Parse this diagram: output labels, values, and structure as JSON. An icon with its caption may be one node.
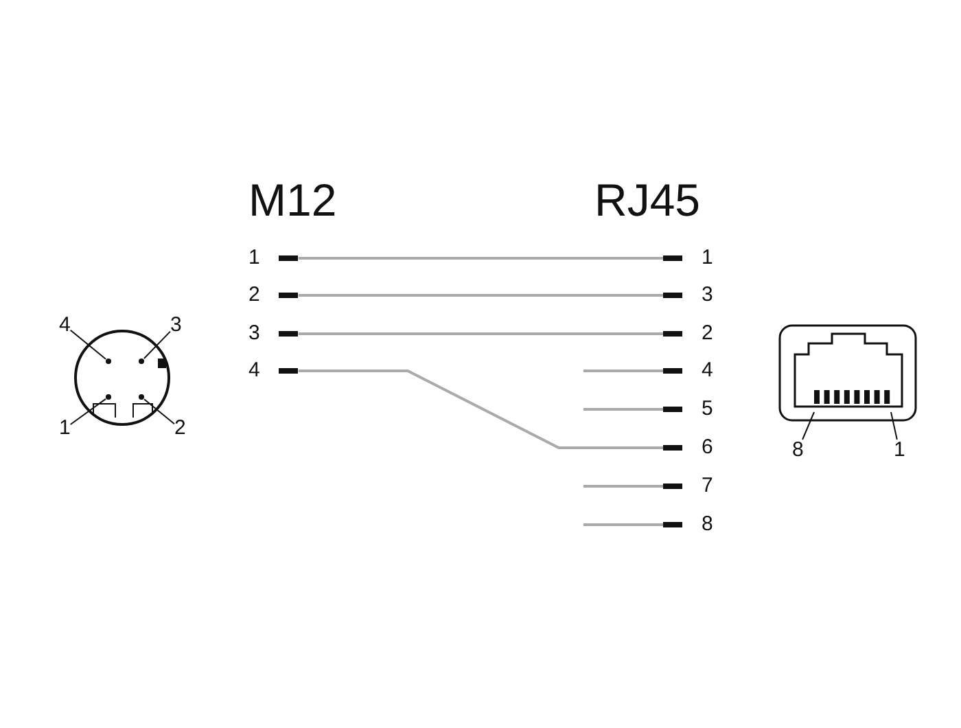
{
  "diagram": {
    "nodes": [
      {
        "text": [
          "1"
        ]
      },
      {
        "text": [
          "2"
        ]
      },
      {
        "text": [
          "3"
        ]
      },
      {
        "text": [
          "4"
        ]
      },
      {
        "text": [
          "1"
        ]
      },
      {
        "text": [
          "3"
        ]
      },
      {
        "text": [
          "2"
        ]
      },
      {
        "text": [
          "4"
        ]
      },
      {
        "text": [
          "5"
        ]
      },
      {
        "text": [
          "6"
        ]
      },
      {
        "text": [
          "7"
        ]
      },
      {
        "text": [
          "8"
        ]
      },
      {
        "text": [
          "4"
        ]
      },
      {
        "text": [
          "3"
        ]
      },
      {
        "text": [
          "1"
        ]
      },
      {
        "text": [
          "2"
        ]
      },
      {
        "text": [],
        "shape": "circle"
      },
      {
        "text": [],
        "shape": "circle"
      },
      {
        "text": [],
        "shape": "circle"
      },
      {
        "text": [],
        "shape": "circle"
      },
      {
        "text": [
          "8"
        ]
      },
      {
        "text": [
          "1"
        ]
      }
    ],
    "edges": [
      {
        "from": 0,
        "to": 4,
        "arrow": "none"
      },
      {
        "from": 1,
        "to": 5,
        "arrow": "none"
      },
      {
        "from": 2,
        "to": 6,
        "arrow": "none"
      },
      {
        "from": 3,
        "to": 9,
        "arrow": "none"
      },
      {
        "from": null,
        "to": 7,
        "arrow": "none"
      },
      {
        "from": null,
        "to": 8,
        "arrow": "none"
      },
      {
        "from": null,
        "to": 10,
        "arrow": "none"
      },
      {
        "from": null,
        "to": 11,
        "arrow": "none"
      },
      {
        "from": 12,
        "to": 16,
        "arrow": "none",
        "color": "#111111"
      },
      {
        "from": 13,
        "to": 17,
        "arrow": "none",
        "color": "#111111"
      },
      {
        "from": 14,
        "to": 18,
        "arrow": "none",
        "color": "#111111"
      },
      {
        "from": 15,
        "to": 19,
        "arrow": "none",
        "color": "#111111"
      },
      {
        "from": 20,
        "to": null,
        "arrow": "none",
        "color": "#111111"
      },
      {
        "from": 21,
        "to": null,
        "arrow": "none",
        "color": "#111111"
      }
    ],
    "labels": [
      "M12",
      "RJ45"
    ]
  }
}
